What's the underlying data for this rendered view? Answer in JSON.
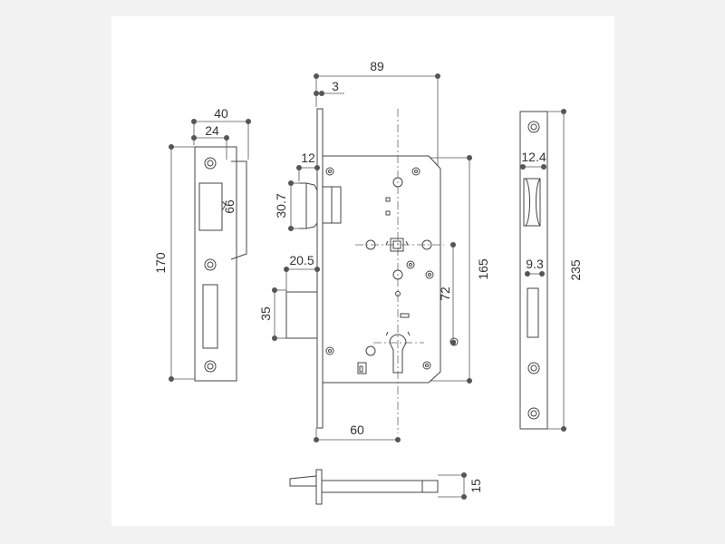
{
  "diagram": {
    "dimensions": {
      "strike_width": "40",
      "strike_inner": "24",
      "strike_height": "170",
      "strike_opening": "66",
      "lock_depth": "89",
      "faceplate_thickness": "3",
      "latch_projection": "12",
      "latch_height": "30.7",
      "bolt_projection": "20.5",
      "bolt_height": "35",
      "backset": "60",
      "lock_body_height": "165",
      "center_distance": "72",
      "faceplate_width": "12.4",
      "faceplate_slot": "9.3",
      "faceplate_height": "235",
      "profile_thickness": "15"
    }
  }
}
